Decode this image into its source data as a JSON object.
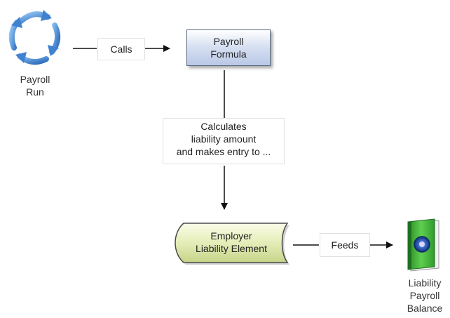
{
  "nodes": {
    "payroll_run": {
      "line1": "Payroll",
      "line2": "Run",
      "icon": "cycle-arrows-icon"
    },
    "payroll_formula": {
      "line1": "Payroll",
      "line2": "Formula"
    },
    "employer_liability_element": {
      "line1": "Employer",
      "line2": "Liability Element"
    },
    "liability_payroll_balance": {
      "line1": "Liability",
      "line2": "Payroll",
      "line3": "Balance",
      "icon": "book-icon"
    }
  },
  "edges": {
    "calls": {
      "label": "Calls"
    },
    "calculates": {
      "line1": "Calculates",
      "line2": "liability amount",
      "line3": "and makes entry to ..."
    },
    "feeds": {
      "label": "Feeds"
    }
  },
  "colors": {
    "cycle_blue": "#4f8fd6",
    "formula_fill": "#c9d5ee",
    "element_fill": "#dfe9b0",
    "book_green": "#3fa535",
    "book_blue": "#1e4fa8"
  }
}
